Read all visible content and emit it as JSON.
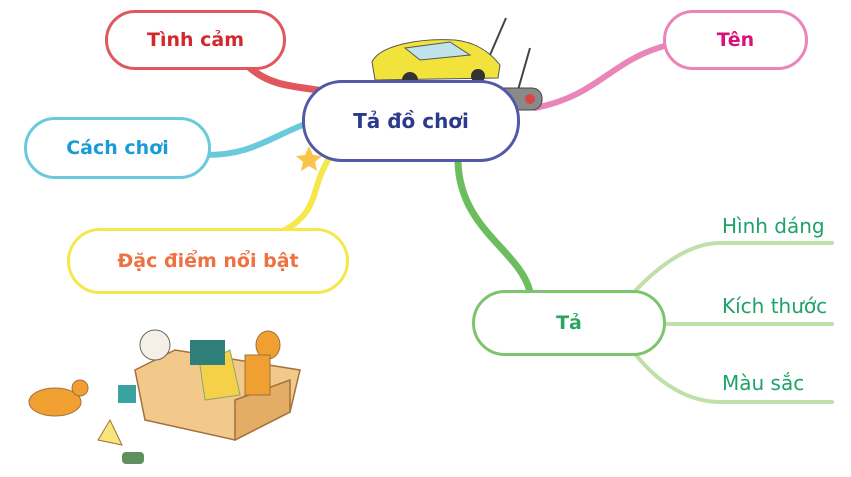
{
  "center": {
    "label": "Tả đồ chơi",
    "color": "#2b3a8a"
  },
  "branches": [
    {
      "id": "tinh-cam",
      "label": "Tình cảm",
      "color": "#d3282e"
    },
    {
      "id": "ten",
      "label": "Tên",
      "color": "#d6127f"
    },
    {
      "id": "cach-choi",
      "label": "Cách chơi",
      "color": "#1a9ad6"
    },
    {
      "id": "dac-diem",
      "label": "Đặc điểm nổi bật",
      "color": "#ee7140"
    },
    {
      "id": "ta",
      "label": "Tả",
      "color": "#2aa45e"
    }
  ],
  "ta_children": [
    "Hình dáng",
    "Kích thước",
    "Màu sắc"
  ]
}
